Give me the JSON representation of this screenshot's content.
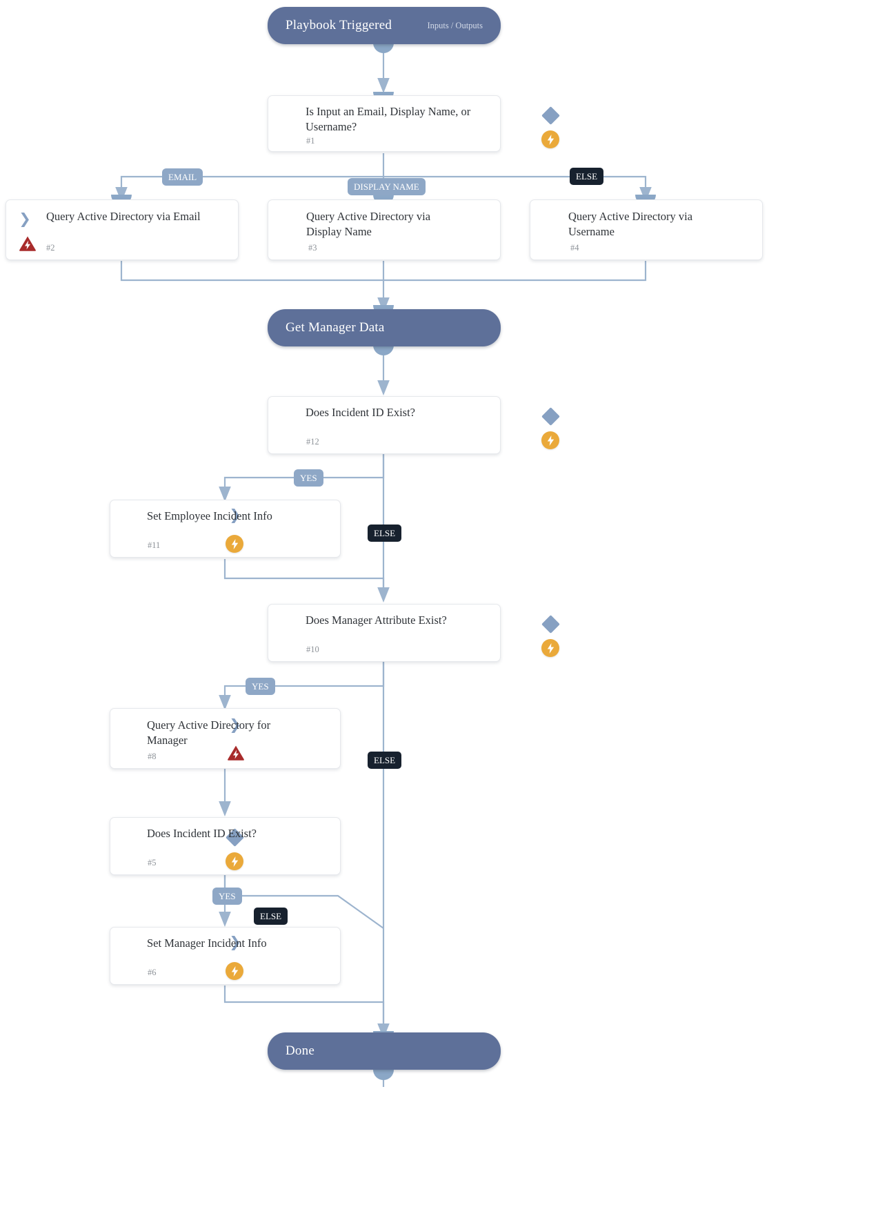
{
  "diagram": {
    "type": "playbook-flowchart",
    "title": "Playbook Triggered",
    "theme": {
      "pill_fill": "#5e7099",
      "pill_text": "#ffffff",
      "card_fill": "#ffffff",
      "card_border": "#e6e8ec",
      "edge_color": "#9db4ce",
      "decision_icon": "#86a0c2",
      "action_icon": "#86a0c2",
      "bolt_badge": "#eaa93a",
      "warn_badge": "#a82b2b",
      "badge_light": "#8ea7c6",
      "badge_dark": "#17212e",
      "step_number_text": "#8d9298"
    },
    "terminals": [
      {
        "id": "start",
        "label": "Playbook Triggered",
        "meta": "Inputs / Outputs",
        "icon": "playbook-start"
      },
      {
        "id": "get_manager_data",
        "label": "Get Manager Data",
        "meta": "",
        "icon": "section-marker"
      },
      {
        "id": "done",
        "label": "Done",
        "meta": "",
        "icon": "playbook-end"
      }
    ],
    "nodes": [
      {
        "id": "n1",
        "kind": "decision",
        "title": "Is Input an Email, Display Name, or Username?",
        "number": "#1",
        "icon": "diamond-icon",
        "status_icon": "bolt-icon"
      },
      {
        "id": "n2",
        "kind": "action",
        "title": "Query Active Directory via Email",
        "number": "#2",
        "icon": "chevron-icon",
        "status_icon": "warning-bolt-icon"
      },
      {
        "id": "n3",
        "kind": "action",
        "title": "Query Active Directory via Display Name",
        "number": "#3",
        "icon": "chevron-icon",
        "status_icon": "warning-bolt-icon"
      },
      {
        "id": "n4",
        "kind": "action",
        "title": "Query Active Directory via Username",
        "number": "#4",
        "icon": "chevron-icon",
        "status_icon": "warning-bolt-icon"
      },
      {
        "id": "n12",
        "kind": "decision",
        "title": "Does Incident ID Exist?",
        "number": "#12",
        "icon": "diamond-icon",
        "status_icon": "bolt-icon"
      },
      {
        "id": "n11",
        "kind": "action",
        "title": "Set Employee Incident Info",
        "number": "#11",
        "icon": "chevron-icon",
        "status_icon": "bolt-icon"
      },
      {
        "id": "n10",
        "kind": "decision",
        "title": "Does Manager Attribute Exist?",
        "number": "#10",
        "icon": "diamond-icon",
        "status_icon": "bolt-icon"
      },
      {
        "id": "n8",
        "kind": "action",
        "title": "Query Active Directory for Manager",
        "number": "#8",
        "icon": "chevron-icon",
        "status_icon": "warning-bolt-icon"
      },
      {
        "id": "n5",
        "kind": "decision",
        "title": "Does Incident ID Exist?",
        "number": "#5",
        "icon": "diamond-icon",
        "status_icon": "bolt-icon"
      },
      {
        "id": "n6",
        "kind": "action",
        "title": "Set Manager Incident Info",
        "number": "#6",
        "icon": "bolt-icon",
        "status_icon": "bolt-icon"
      }
    ],
    "branch_labels": [
      {
        "id": "b_email",
        "text": "EMAIL",
        "style": "light",
        "from": "n1",
        "to": "n2"
      },
      {
        "id": "b_display",
        "text": "DISPLAY NAME",
        "style": "light",
        "from": "n1",
        "to": "n3"
      },
      {
        "id": "b_else1",
        "text": "ELSE",
        "style": "dark",
        "from": "n1",
        "to": "n4"
      },
      {
        "id": "b_yes12",
        "text": "YES",
        "style": "light",
        "from": "n12",
        "to": "n11"
      },
      {
        "id": "b_else12",
        "text": "ELSE",
        "style": "dark",
        "from": "n12",
        "to": "n10"
      },
      {
        "id": "b_yes10",
        "text": "YES",
        "style": "light",
        "from": "n10",
        "to": "n8"
      },
      {
        "id": "b_else10",
        "text": "ELSE",
        "style": "dark",
        "from": "n10",
        "to": "done"
      },
      {
        "id": "b_yes5",
        "text": "YES",
        "style": "light",
        "from": "n5",
        "to": "n6"
      },
      {
        "id": "b_else5",
        "text": "ELSE",
        "style": "dark",
        "from": "n5",
        "to": "done"
      }
    ],
    "glyphs": {
      "chevron": "❯",
      "bolt": "⚡",
      "bolt_white": "⚡"
    }
  }
}
